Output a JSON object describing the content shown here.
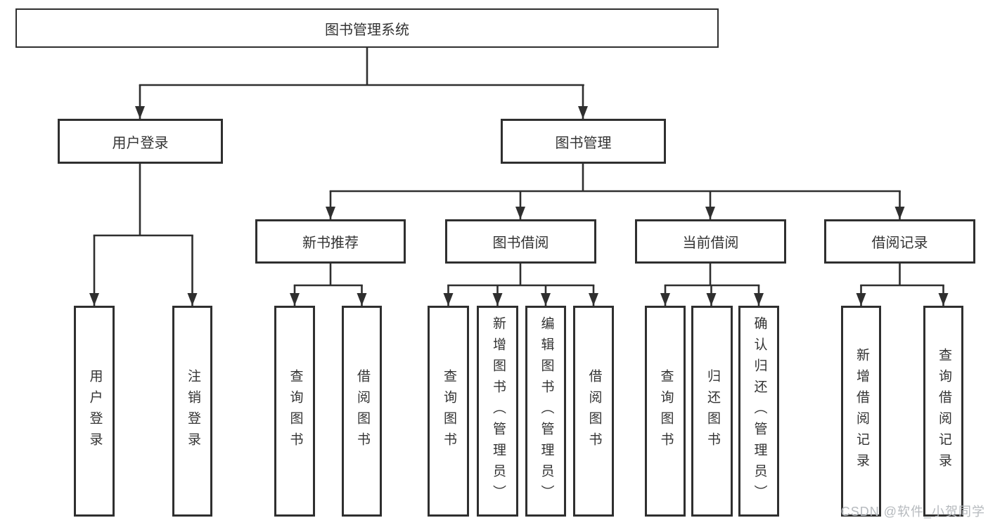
{
  "diagram": {
    "title": "图书管理系统",
    "nodes": {
      "root": {
        "label": "图书管理系统"
      },
      "user_login": {
        "label": "用户登录"
      },
      "book_mgmt": {
        "label": "图书管理"
      },
      "new_book_rec": {
        "label": "新书推荐"
      },
      "book_borrow": {
        "label": "图书借阅"
      },
      "current_borrow": {
        "label": "当前借阅"
      },
      "borrow_record": {
        "label": "借阅记录"
      },
      "leaf_user_login": {
        "label": "用户登录"
      },
      "leaf_logout": {
        "label": "注销登录"
      },
      "nb_query": {
        "label": "查询图书"
      },
      "nb_borrow": {
        "label": "借阅图书"
      },
      "bb_query": {
        "label": "查询图书"
      },
      "bb_add": {
        "label": "新增图书（管理员）"
      },
      "bb_edit": {
        "label": "编辑图书（管理员）"
      },
      "bb_borrow": {
        "label": "借阅图书"
      },
      "cb_query": {
        "label": "查询图书"
      },
      "cb_return": {
        "label": "归还图书"
      },
      "cb_confirm": {
        "label": "确认归还（管理员）"
      },
      "br_add": {
        "label": "新增借阅记录"
      },
      "br_query": {
        "label": "查询借阅记录"
      }
    },
    "colors": {
      "line": "#2f2f2f",
      "text": "#333333",
      "background": "#ffffff",
      "watermark": "#b6babe"
    }
  },
  "watermark": {
    "text": "CSDN @软件_小贺同学"
  }
}
